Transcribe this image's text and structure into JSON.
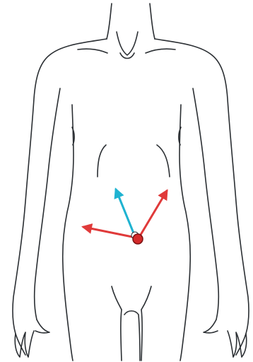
{
  "figure": {
    "subject": "anterior-torso-outline",
    "colors": {
      "outline": "#2b2f33",
      "background": "#ffffff",
      "point": "#d42a2a",
      "point_stroke": "#7a1111"
    },
    "vectors": [
      {
        "name": "vector-up-left",
        "color": "#1fb3d1"
      },
      {
        "name": "vector-up-right",
        "color": "#e03a3a"
      },
      {
        "name": "vector-left",
        "color": "#e03a3a"
      }
    ]
  }
}
